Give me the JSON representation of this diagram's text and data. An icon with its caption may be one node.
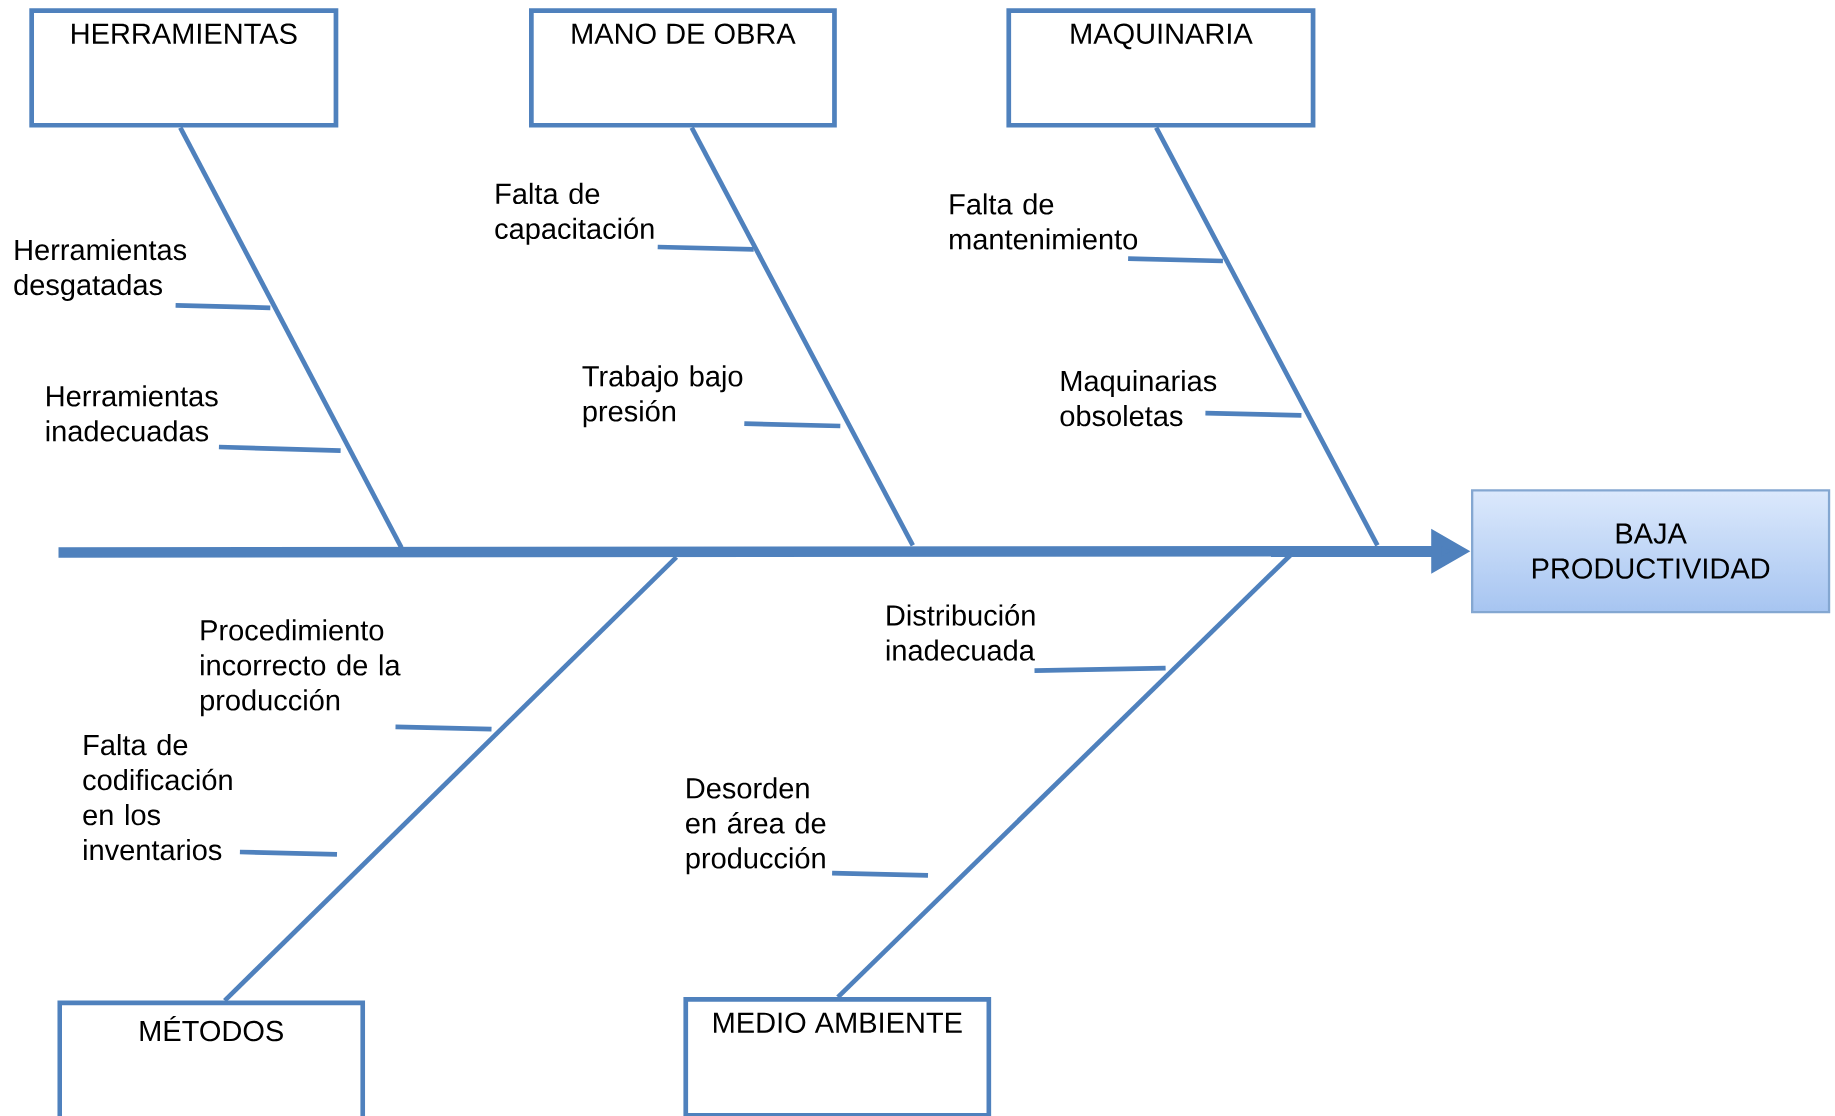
{
  "diagram": {
    "nodes": [
      {
        "text": [
          "HERRAMIENTAS"
        ]
      },
      {
        "text": [
          "MANO DE OBRA"
        ]
      },
      {
        "text": [
          "MAQUINARIA"
        ]
      },
      {
        "text": [
          "Herramientas desgatadas"
        ]
      },
      {
        "text": [
          "Herramientas inadecuadas"
        ]
      },
      {
        "text": [
          "Falta de capacitación"
        ]
      },
      {
        "text": [
          "Trabajo bajo presión"
        ]
      },
      {
        "text": [
          "Falta de mantenimiento"
        ]
      },
      {
        "text": [
          "Maquinarias obsoletas"
        ]
      },
      {
        "text": [
          "BAJA PRODUCTIVIDAD"
        ]
      },
      {
        "text": [
          "Procedimiento incorrecto de la producción"
        ]
      },
      {
        "text": [
          "Falta de codificación en los inventarios"
        ]
      },
      {
        "text": [
          "Distribución inadecuada"
        ]
      },
      {
        "text": [
          "Desorden en área de producción"
        ]
      },
      {
        "text": [
          "MÉTODOS"
        ]
      },
      {
        "text": [
          "MEDIO AMBIENTE"
        ]
      }
    ],
    "edges": [
      {
        "from": null,
        "to": 9,
        "arrow": "to",
        "style": "thick"
      },
      {
        "from": 0,
        "to": null,
        "arrow": "none"
      },
      {
        "from": 1,
        "to": null,
        "arrow": "none"
      },
      {
        "from": 2,
        "to": null,
        "arrow": "none"
      },
      {
        "from": 14,
        "to": null,
        "arrow": "none"
      },
      {
        "from": 15,
        "to": null,
        "arrow": "none"
      },
      {
        "from": 3,
        "to": null,
        "arrow": "none"
      },
      {
        "from": 4,
        "to": null,
        "arrow": "none"
      },
      {
        "from": 5,
        "to": null,
        "arrow": "none"
      },
      {
        "from": 6,
        "to": null,
        "arrow": "none"
      },
      {
        "from": 7,
        "to": null,
        "arrow": "none"
      },
      {
        "from": 8,
        "to": null,
        "arrow": "none"
      },
      {
        "from": 10,
        "to": null,
        "arrow": "none"
      },
      {
        "from": 11,
        "to": null,
        "arrow": "none"
      },
      {
        "from": 12,
        "to": null,
        "arrow": "none"
      },
      {
        "from": 13,
        "to": null,
        "arrow": "none"
      }
    ]
  }
}
